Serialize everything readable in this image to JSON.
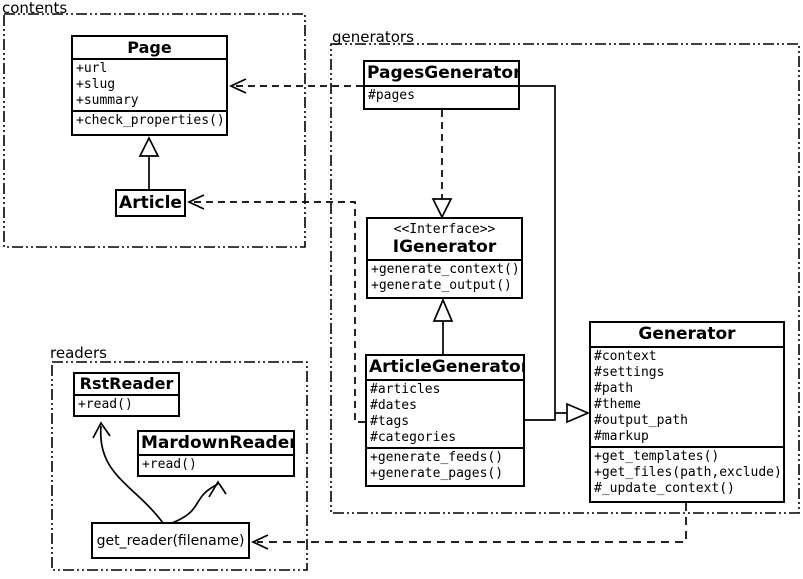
{
  "diagram": {
    "type": "uml-class-diagram",
    "packages": {
      "contents": {
        "label": "contents"
      },
      "generators": {
        "label": "generators"
      },
      "readers": {
        "label": "readers"
      }
    },
    "classes": {
      "page": {
        "name": "Page",
        "attributes": [
          "+url",
          "+slug",
          "+summary"
        ],
        "methods": [
          "+check_properties()"
        ]
      },
      "article": {
        "name": "Article"
      },
      "pages_generator": {
        "name": "PagesGenerator",
        "attributes": [
          "#pages"
        ]
      },
      "igenerator": {
        "stereotype": "<<Interface>>",
        "name": "IGenerator",
        "methods": [
          "+generate_context()",
          "+generate_output()"
        ]
      },
      "article_generator": {
        "name": "ArticleGenerator",
        "attributes": [
          "#articles",
          "#dates",
          "#tags",
          "#categories"
        ],
        "methods": [
          "+generate_feeds()",
          "+generate_pages()"
        ]
      },
      "generator": {
        "name": "Generator",
        "attributes": [
          "#context",
          "#settings",
          "#path",
          "#theme",
          "#output_path",
          "#markup"
        ],
        "methods": [
          "+get_templates()",
          "+get_files(path,exclude)",
          "#_update_context()"
        ]
      },
      "rst_reader": {
        "name": "RstReader",
        "methods": [
          "+read()"
        ]
      },
      "mardown_reader": {
        "name": "MardownReader",
        "methods": [
          "+read()"
        ]
      },
      "get_reader": {
        "label": "get_reader(filename)"
      }
    },
    "relationships": [
      {
        "from": "Article",
        "to": "Page",
        "type": "generalization"
      },
      {
        "from": "PagesGenerator",
        "to": "Page",
        "type": "dashed-dependency"
      },
      {
        "from": "ArticleGenerator",
        "to": "Article",
        "type": "dashed-dependency"
      },
      {
        "from": "PagesGenerator",
        "to": "IGenerator",
        "type": "realization"
      },
      {
        "from": "ArticleGenerator",
        "to": "IGenerator",
        "type": "generalization"
      },
      {
        "from": "PagesGenerator",
        "to": "Generator",
        "type": "generalization"
      },
      {
        "from": "ArticleGenerator",
        "to": "Generator",
        "type": "generalization"
      },
      {
        "from": "Generator",
        "to": "get_reader(filename)",
        "type": "dashed-dependency"
      },
      {
        "from": "get_reader(filename)",
        "to": "RstReader",
        "type": "arrow"
      },
      {
        "from": "get_reader(filename)",
        "to": "MardownReader",
        "type": "arrow"
      }
    ],
    "colors": {
      "line": "#000000",
      "background": "#ffffff",
      "box_fill": "#ffffff"
    }
  }
}
